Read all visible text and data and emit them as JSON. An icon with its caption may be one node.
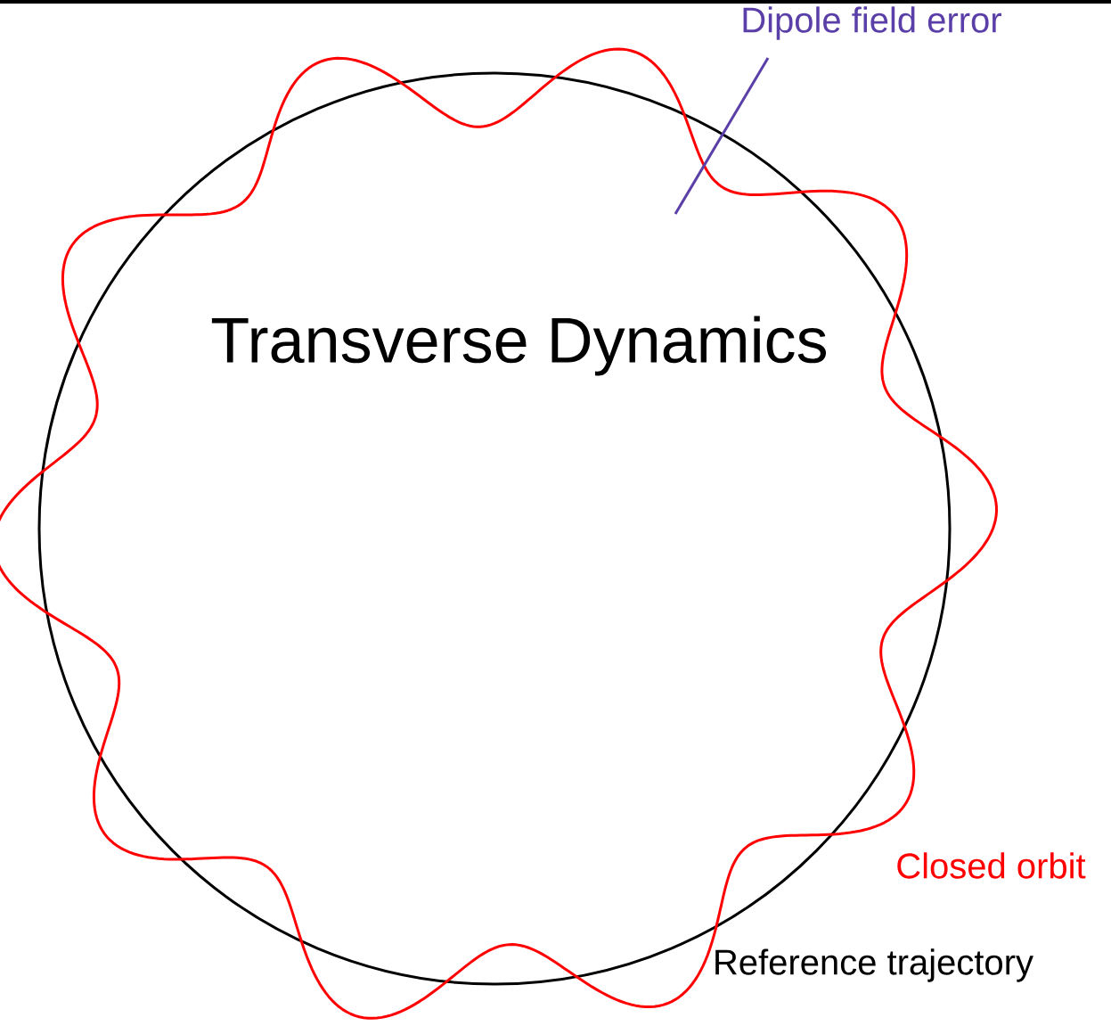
{
  "diagram": {
    "title": "Transverse Dynamics",
    "labels": [
      "Dipole field error",
      "Closed orbit",
      "Reference trajectory"
    ]
  }
}
